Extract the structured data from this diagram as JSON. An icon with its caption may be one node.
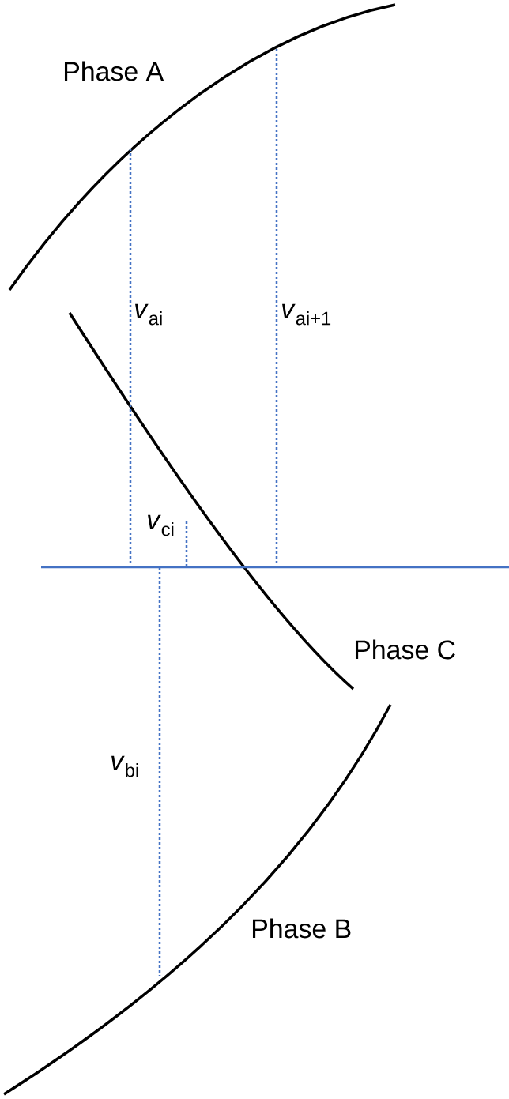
{
  "diagram": {
    "labels": [
      "Phase A",
      "*v*$_{ai}$",
      "*v*$_{ai+1}$",
      "*v*$_{ci}$",
      "Phase C",
      "*v*$_{bi}$",
      "Phase B"
    ]
  }
}
